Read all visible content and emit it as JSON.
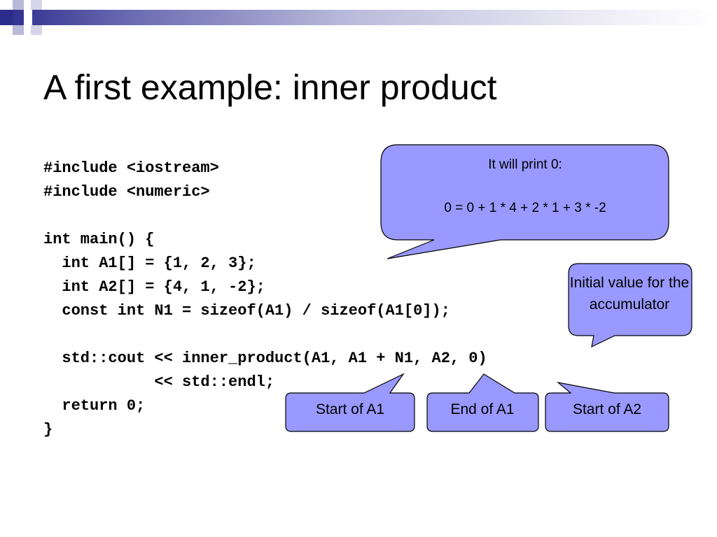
{
  "slide": {
    "title": "A first example: inner product"
  },
  "code": {
    "lines": [
      "#include <iostream>",
      "#include <numeric>",
      "",
      "int main() {",
      "  int A1[] = {1, 2, 3};",
      "  int A2[] = {4, 1, -2};",
      "  const int N1 = sizeof(A1) / sizeof(A1[0]);",
      "",
      "  std::cout << inner_product(A1, A1 + N1, A2, 0)",
      "            << std::endl;",
      "  return 0;",
      "}"
    ]
  },
  "callouts": {
    "result_line1": "It will print 0:",
    "result_line2": "0 =  0 + 1 * 4 + 2 * 1 + 3 * -2",
    "initial_value": "Initial value for the accumulator",
    "start_a1": "Start of A1",
    "end_a1": "End of A1",
    "start_a2": "Start of A2"
  },
  "colors": {
    "callout_fill": "#9999ff",
    "callout_stroke": "#000000",
    "header_dark": "#2c2c8c"
  }
}
